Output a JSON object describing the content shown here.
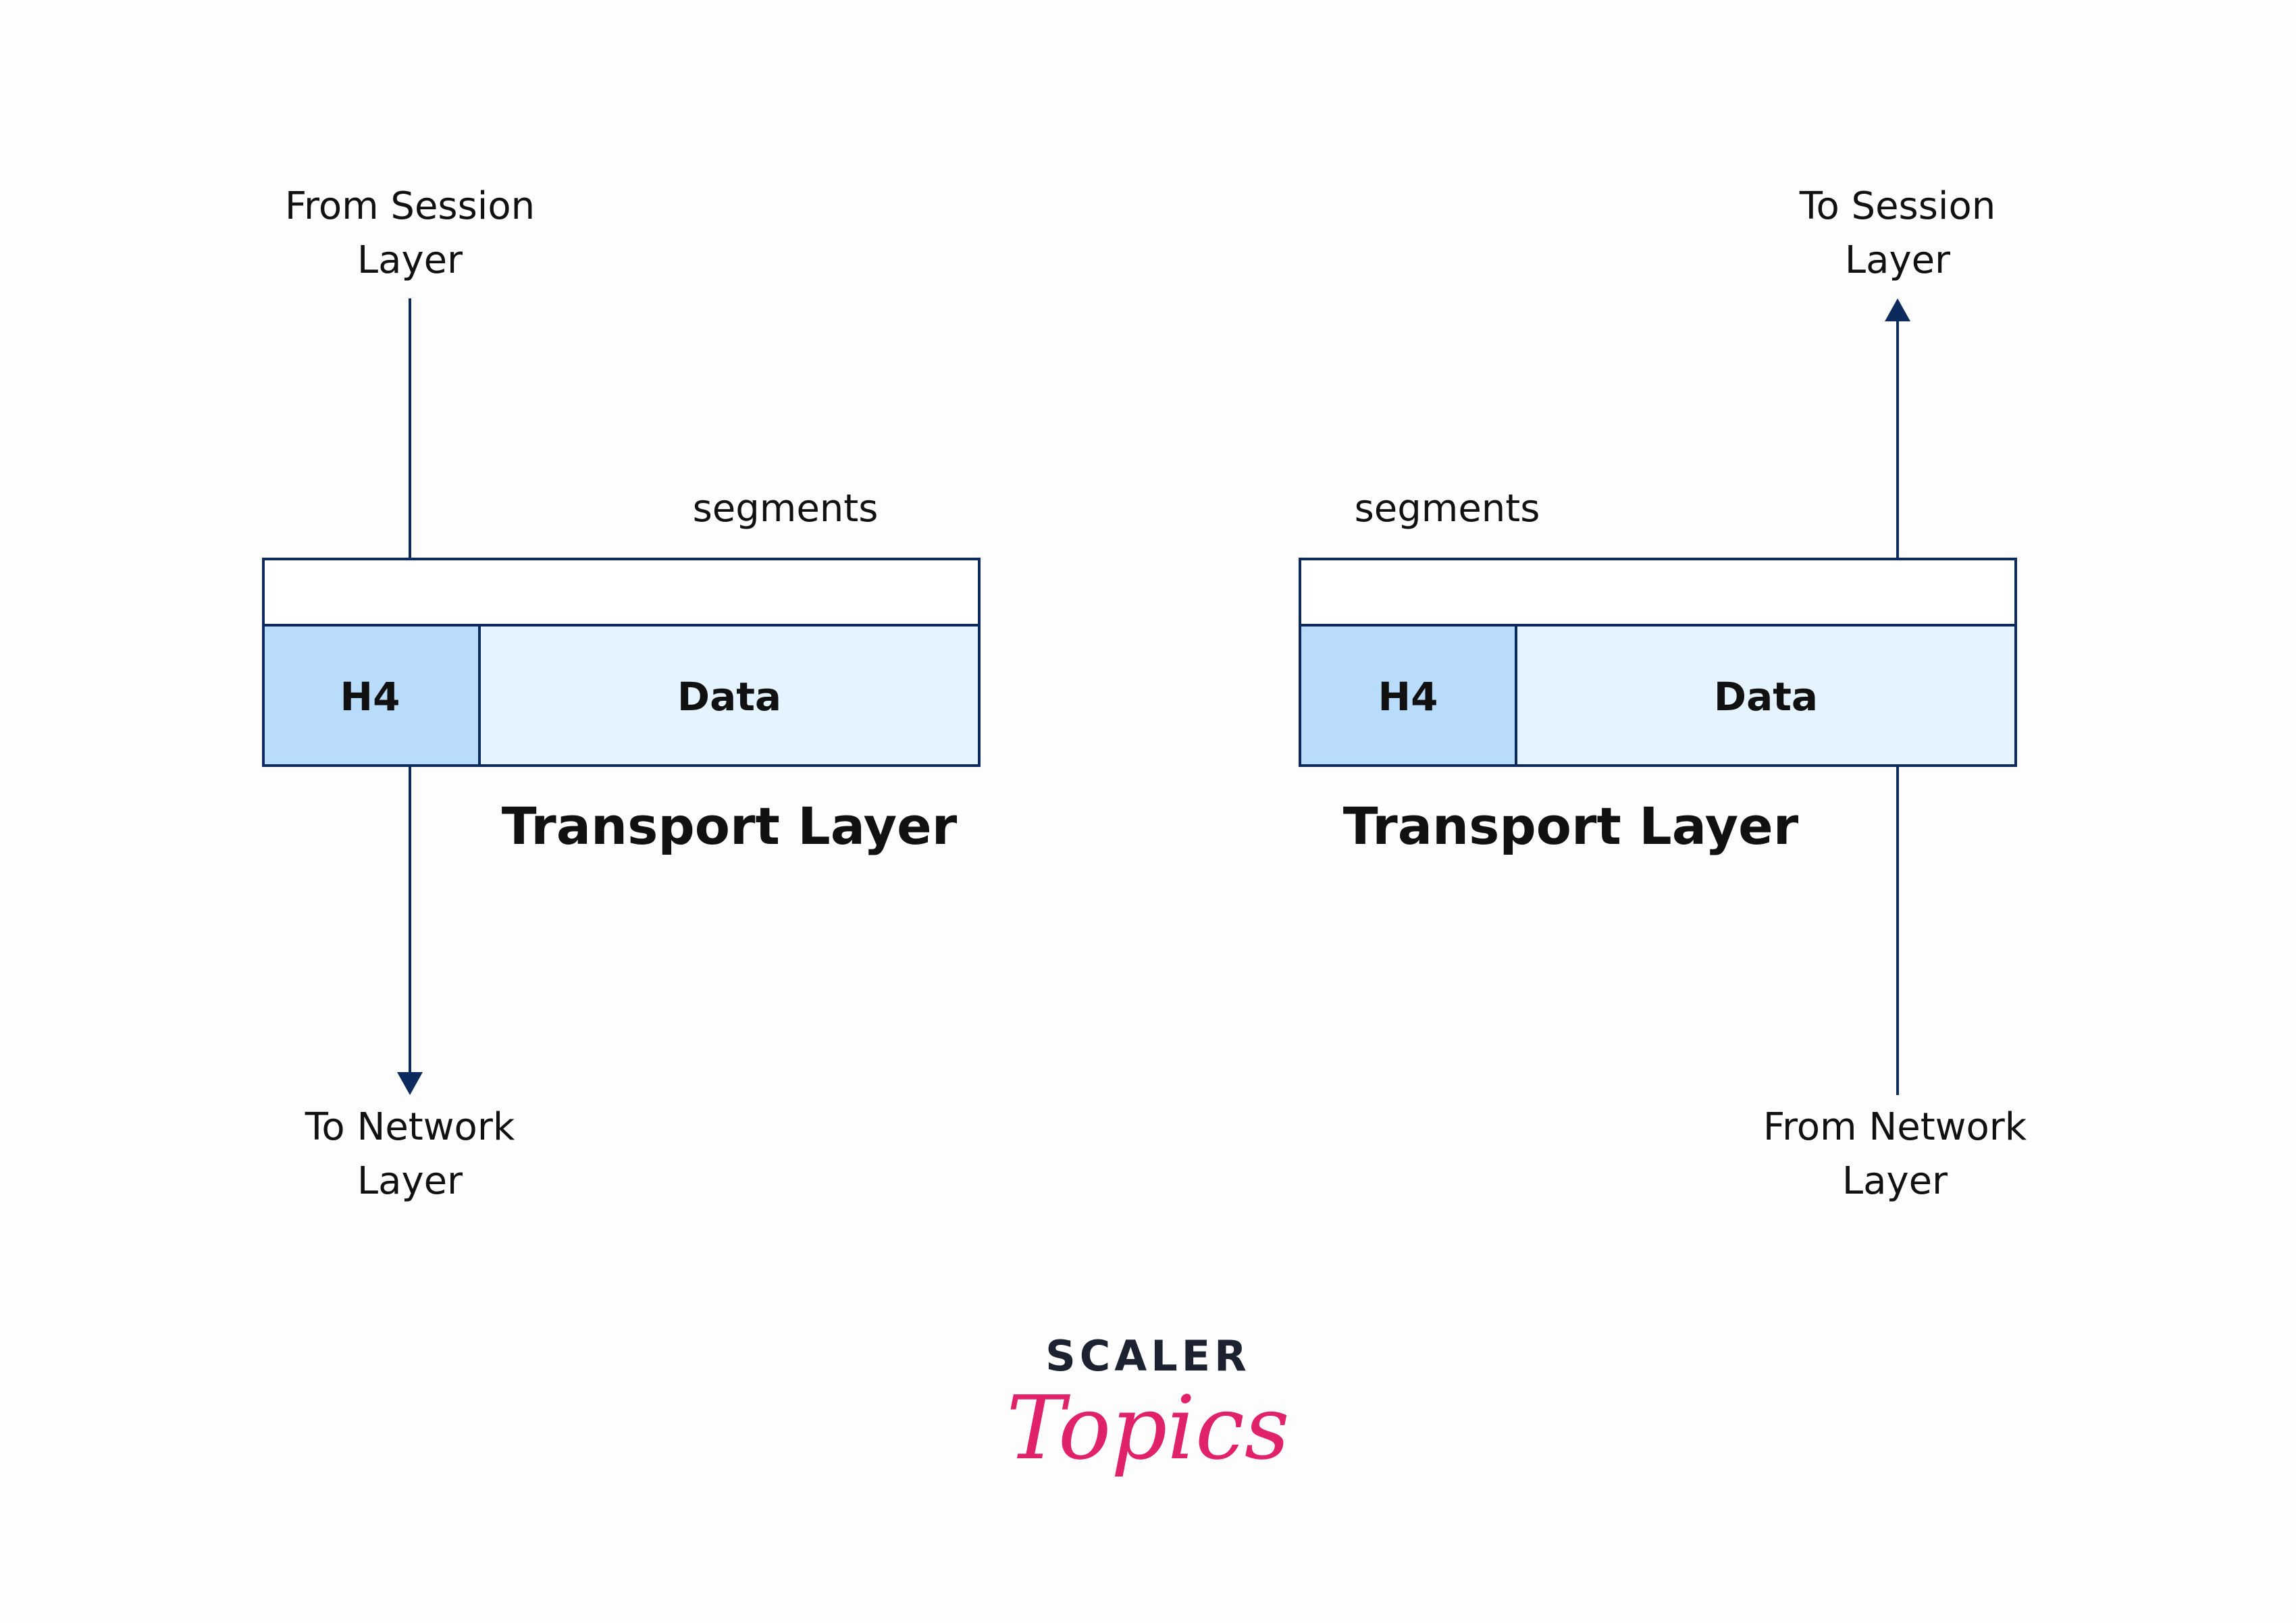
{
  "colors": {
    "line": "#0d2a5c",
    "header_fill": "#b8dcfa",
    "data_fill": "#e5f3fe",
    "brand_dark": "#1c2230",
    "brand_pink": "#e0226a"
  },
  "left": {
    "top_label": [
      "From Session",
      "Layer"
    ],
    "segments_label": "segments",
    "header_cell": "H4",
    "data_cell": "Data",
    "title": "Transport Layer",
    "bottom_label": [
      "To Network",
      "Layer"
    ]
  },
  "right": {
    "top_label": [
      "To Session",
      "Layer"
    ],
    "segments_label": "segments",
    "header_cell": "H4",
    "data_cell": "Data",
    "title": "Transport Layer",
    "bottom_label": [
      "From Network",
      "Layer"
    ]
  },
  "logo": {
    "brand": "SCALER",
    "script": "Topics"
  }
}
